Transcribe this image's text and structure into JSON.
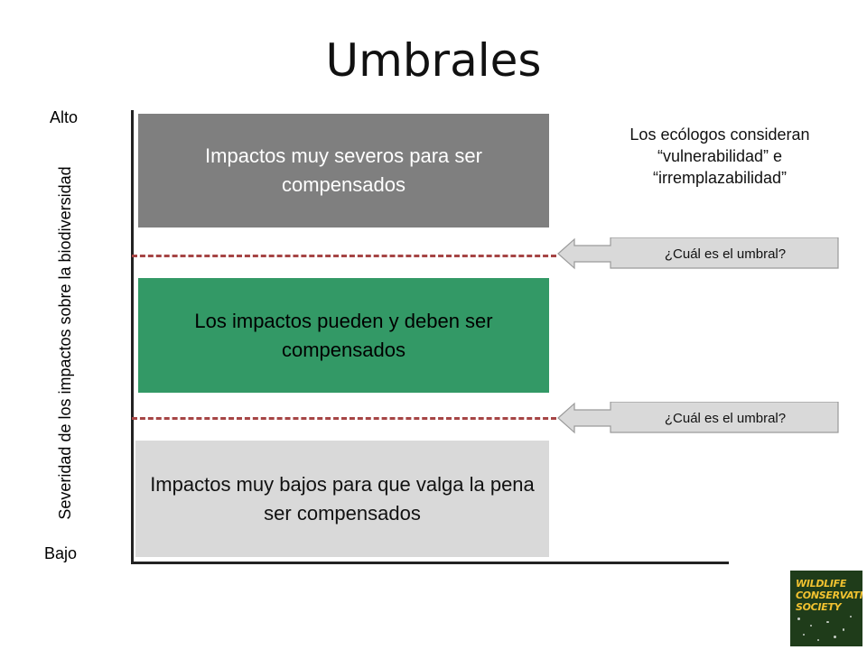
{
  "title": "Umbrales",
  "axis": {
    "high_label": "Alto",
    "low_label": "Bajo",
    "y_label": "Severidad de los impactos sobre la biodiversidad"
  },
  "bands": [
    {
      "text": "Impactos muy severos para ser compensados",
      "color": "#7f7f7f",
      "text_color": "#ffffff"
    },
    {
      "text": "Los impactos pueden y deben ser compensados",
      "color": "#339966",
      "text_color": "#000000"
    },
    {
      "text": "Impactos muy bajos para que valga la pena ser compensados",
      "color": "#d9d9d9",
      "text_color": "#111111"
    }
  ],
  "note": "Los ecólogos consideran “vulnerabilidad” e “irremplazabilidad”",
  "callouts": [
    {
      "text": "¿Cuál es el umbral?"
    },
    {
      "text": "¿Cuál es el umbral?"
    }
  ],
  "colors": {
    "threshold_line": "#a64545",
    "callout_fill": "#d9d9d9",
    "logo_bg": "#1f3c1a",
    "logo_text": "#f2c230"
  },
  "logo": {
    "lines": [
      "WILDLIFE",
      "CONSERVATION",
      "SOCIETY"
    ]
  }
}
